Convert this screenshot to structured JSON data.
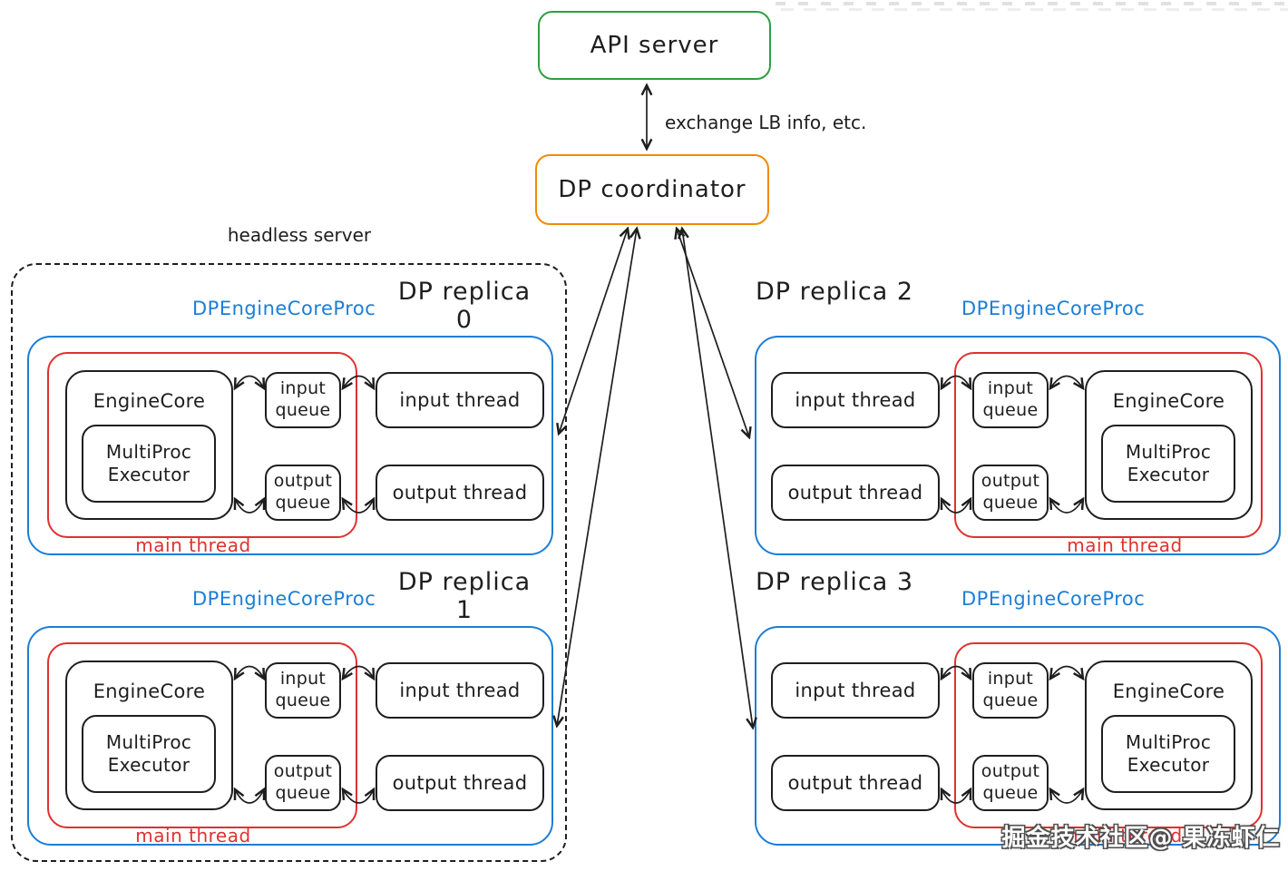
{
  "top": {
    "api_server_label": "API server",
    "coordinator_label": "DP coordinator",
    "exchange_label": "exchange LB info, etc."
  },
  "headless": {
    "label": "headless server"
  },
  "shared": {
    "proc_label": "DPEngineCoreProc",
    "engine_core_label": "EngineCore",
    "executor_label": "MultiProc\nExecutor",
    "input_queue_label": "input\nqueue",
    "output_queue_label": "output\nqueue",
    "input_thread_label": "input thread",
    "output_thread_label": "output thread",
    "main_thread_label": "main thread"
  },
  "replicas": [
    {
      "title": "DP replica 0"
    },
    {
      "title": "DP replica 1"
    },
    {
      "title": "DP replica 2"
    },
    {
      "title": "DP replica 3"
    }
  ],
  "watermark": {
    "text": "掘金技术社区@ 果冻虾仁"
  },
  "colors": {
    "api_green": "#2f9e44",
    "coordinator_orange": "#f08c00",
    "proc_blue": "#1c7ed6",
    "thread_red": "#e03131",
    "ink": "#1e1e1e"
  }
}
